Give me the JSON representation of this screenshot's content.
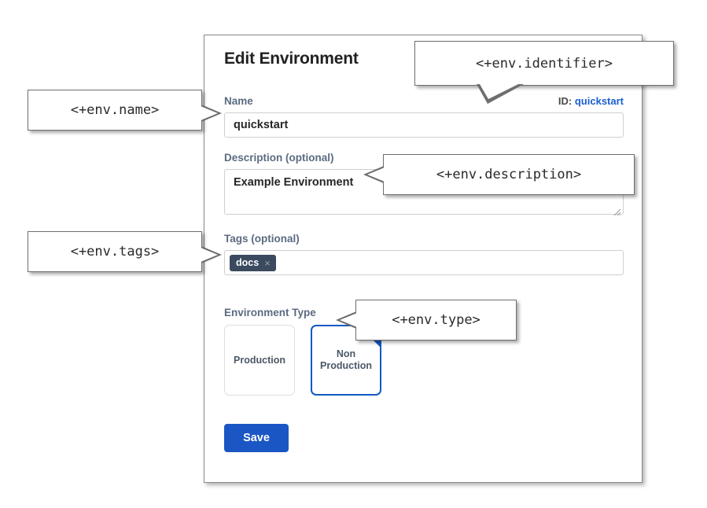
{
  "panel": {
    "title": "Edit Environment",
    "identifier_label": "ID:",
    "identifier_value": "quickstart"
  },
  "form": {
    "name": {
      "label": "Name",
      "value": "quickstart",
      "placeholder": ""
    },
    "description": {
      "label": "Description (optional)",
      "value": "Example Environment",
      "placeholder": ""
    },
    "tags": {
      "label": "Tags (optional)",
      "chips": [
        {
          "label": "docs",
          "remove_icon": "×"
        }
      ],
      "placeholder": ""
    },
    "environment_type": {
      "label": "Environment Type",
      "options": [
        {
          "label": "Production",
          "selected": false
        },
        {
          "label": "Non Production",
          "selected": true
        }
      ],
      "selected_check_icon": "✓"
    },
    "save_label": "Save"
  },
  "callouts": {
    "name": "<+env.name>",
    "identifier": "<+env.identifier>",
    "description": "<+env.description>",
    "tags": "<+env.tags>",
    "type": "<+env.type>"
  },
  "colors": {
    "accent_blue": "#1a56c4",
    "link_blue": "#1a5fd0",
    "label_slate": "#5b6b80",
    "chip_bg": "#3b4a5e",
    "selected_border": "#1259c3"
  }
}
